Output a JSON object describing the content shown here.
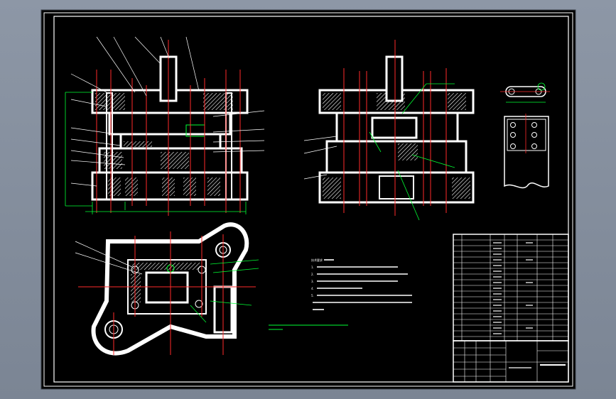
{
  "colors": {
    "background": "#8d97a6",
    "sheet": "#000000",
    "outline": "#ffffff",
    "centerline": "#ff2a2a",
    "annotation": "#00ff33",
    "hatch": "#ffffff"
  },
  "icons": {
    "front_view": "die-assembly-section-view",
    "side_view": "die-assembly-side-section-view",
    "plan_view": "die-plan-view",
    "part_view": "stamped-part-sketch"
  },
  "notes": {
    "heading": "技术要求",
    "lines": [
      "1.",
      "2.",
      "3.",
      "4.",
      "5."
    ]
  },
  "title_block": {
    "title": ""
  }
}
